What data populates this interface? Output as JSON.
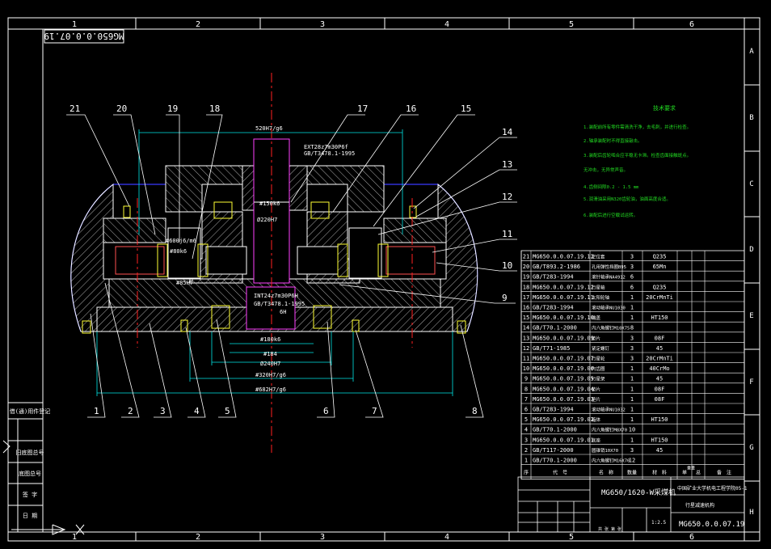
{
  "drawing_number_rotated": "MG650.0.0.07.19",
  "columns": [
    "1",
    "2",
    "3",
    "4",
    "5",
    "6"
  ],
  "rows": [
    "A",
    "B",
    "C",
    "D",
    "E",
    "F",
    "G",
    "H"
  ],
  "colors": {
    "background": "#000000",
    "frame": "#ffffff",
    "centerline": "#ff2020",
    "part_outline": "#ffffff",
    "hatch": "#e0e0e0",
    "housing_outline": "#3a3aff",
    "dimension": "#00e5e5",
    "note_text": "#22dd22",
    "bearing": "#ffff33",
    "inner_part": "#ff40ff",
    "table_text": "#ffffff"
  },
  "leader_numbers_top": [
    "21",
    "20",
    "19",
    "18",
    "17",
    "16",
    "15"
  ],
  "leader_numbers_right": [
    "14",
    "13",
    "12",
    "11",
    "10",
    "9"
  ],
  "leader_numbers_bottom": [
    "1",
    "2",
    "3",
    "4",
    "5",
    "6",
    "7",
    "8"
  ],
  "dimensions": {
    "top": "520H7/g6",
    "d150": "#150k6",
    "d220": "Ø220H7",
    "d600": "#600j6/m6",
    "d80": "#80k6",
    "d85": "#85H7",
    "d180": "#180k6",
    "d184": "#184",
    "d240": "Ø240H7",
    "d320": "#320H7/g6",
    "d682": "#682H7/g6",
    "spline_top_1": "EXT28z7m30P6f",
    "spline_top_2": "GB/T3478.1-1995",
    "spline_mid_1": "INT24z7m30P6H",
    "spline_mid_2": "GB/T3478.1-1995",
    "spline_mid_3": "6H"
  },
  "notes": {
    "title": "技术要求",
    "lines": [
      "1.装配前所有零件需清洗干净，去毛刺，并进行检查。",
      "2.轴承装配时不得直接敲击。",
      "3.装配后齿轮啮合应平稳无卡滞。检查齿面接触斑点。",
      "    无冲击，无异常声音。",
      "4.齿侧间隙0.2 - 1.5 mm",
      "5.润滑油采用N320齿轮油，油面高度合适。",
      "6.装配后进行空载试运转。"
    ]
  },
  "bom": [
    {
      "no": "21",
      "code": "MG650.0.0.07.19.12",
      "name": "定位套",
      "qty": "3",
      "mat": "Q235"
    },
    {
      "no": "20",
      "code": "GB/T893.2-1986",
      "name": "孔用弹性挡圈B95",
      "qty": "3",
      "mat": "65Mn"
    },
    {
      "no": "19",
      "code": "GB/T283-1994",
      "name": "滚针轴承NA4912",
      "qty": "6",
      "mat": ""
    },
    {
      "no": "18",
      "code": "MG650.0.0.07.19.12",
      "name": "行星轴",
      "qty": "6",
      "mat": "Q235"
    },
    {
      "no": "17",
      "code": "MG650.0.0.07.19.11",
      "name": "太阳轮轴",
      "qty": "1",
      "mat": "20CrMnTi"
    },
    {
      "no": "16",
      "code": "GB/T283-1994",
      "name": "滚动轴承NU1030",
      "qty": "1",
      "mat": ""
    },
    {
      "no": "15",
      "code": "MG650.0.0.07.19.10",
      "name": "端盖",
      "qty": "1",
      "mat": "HT150"
    },
    {
      "no": "14",
      "code": "GB/T70.1-2000",
      "name": "内六角螺钉M10X75",
      "qty": "8",
      "mat": ""
    },
    {
      "no": "13",
      "code": "MG650.0.0.07.19.09",
      "name": "垫片",
      "qty": "3",
      "mat": "08F"
    },
    {
      "no": "12",
      "code": "GB/T71-1985",
      "name": "紧定螺钉",
      "qty": "3",
      "mat": "45"
    },
    {
      "no": "11",
      "code": "MG650.0.0.07.19.07",
      "name": "行星轮",
      "qty": "3",
      "mat": "20CrMnTi"
    },
    {
      "no": "10",
      "code": "MG650.0.0.07.19.06",
      "name": "内齿圈",
      "qty": "1",
      "mat": "40CrMo"
    },
    {
      "no": "9",
      "code": "MG650.0.0.07.19.05",
      "name": "行星架",
      "qty": "1",
      "mat": "45"
    },
    {
      "no": "8",
      "code": "MG650.0.0.07.19.04",
      "name": "垫片",
      "qty": "1",
      "mat": "08F"
    },
    {
      "no": "7",
      "code": "MG650.0.0.07.19.03",
      "name": "垫片",
      "qty": "1",
      "mat": "08F"
    },
    {
      "no": "6",
      "code": "GB/T283-1994",
      "name": "滚动轴承NU1032",
      "qty": "1",
      "mat": ""
    },
    {
      "no": "5",
      "code": "MG650.0.0.07.19.02",
      "name": "箱体",
      "qty": "1",
      "mat": "HT150"
    },
    {
      "no": "4",
      "code": "GB/T70.1-2000",
      "name": "内六角螺钉M8X70",
      "qty": "10",
      "mat": ""
    },
    {
      "no": "3",
      "code": "MG650.0.0.07.19.01",
      "name": "底座",
      "qty": "1",
      "mat": "HT150"
    },
    {
      "no": "2",
      "code": "GB/T117-2000",
      "name": "圆锥销10X70",
      "qty": "3",
      "mat": "45"
    },
    {
      "no": "1",
      "code": "GB/T70.1-2000",
      "name": "内六角螺钉M16X70",
      "qty": "12",
      "mat": ""
    }
  ],
  "bom_header": {
    "no": "序",
    "code": "代　号",
    "name": "名　称",
    "qty": "数量",
    "mat": "材　料",
    "single": "单",
    "total": "总",
    "weight": "重量",
    "remark": "备　注"
  },
  "title_block": {
    "title": "MG650/1620-W采煤机",
    "school": "中国矿业大学机电工程学院05-1",
    "drawing_name": "行星减速机构",
    "drawing_number": "MG650.0.0.07.19",
    "scale": "1:2.5",
    "sheet": "共 张 第 张"
  },
  "left_strip": [
    "借(通)用件登记",
    "旧底图总号",
    "底图总号",
    "签 字",
    "日 期"
  ]
}
